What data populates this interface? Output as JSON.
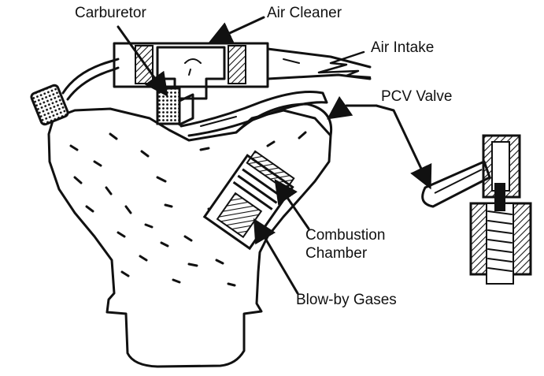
{
  "labels": {
    "carburetor": "Carburetor",
    "air_cleaner": "Air Cleaner",
    "air_intake": "Air Intake",
    "pcv_valve": "PCV Valve",
    "combustion_line1": "Combustion",
    "combustion_line2": "Chamber",
    "blow_by": "Blow-by Gases"
  },
  "colors": {
    "ink": "#111111",
    "background": "#ffffff"
  }
}
